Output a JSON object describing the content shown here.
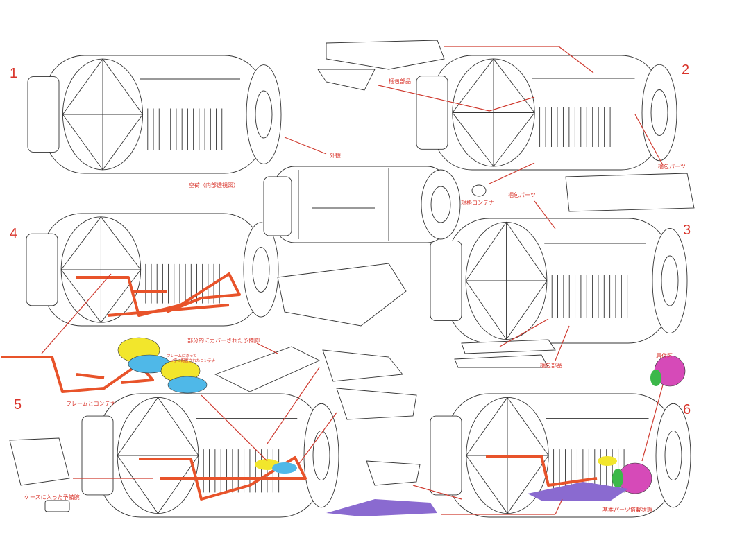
{
  "figure_numbers": [
    "1",
    "2",
    "3",
    "4",
    "5",
    "6"
  ],
  "labels": {
    "exterior": "外観",
    "empty_cutaway": "空荷（内部透視図）",
    "packed_parts_top": "梱包部品",
    "packed_parts_right": "梱包パーツ",
    "standard_container": "規格コンテナ",
    "packed_parts_mid": "梱包パーツ",
    "packed_parts_bottom": "梱包部品",
    "living_quarters": "居住区",
    "base_parts_loaded": "基本パーツ搭載状態",
    "frame_and_container": "フレームとコンテナ",
    "partially_covered_leg": "部分的にカバーされた予備脚",
    "v_containers_line1": "フレームに添って",
    "v_containers_line2": "V字に配置されたコンテナ",
    "cased_arm": "ケースに入った予備腕"
  },
  "colors": {
    "label_red": "#d9342b",
    "frame_orange": "#e8532a",
    "container_yellow": "#f2e62c",
    "container_blue": "#4fb8e8",
    "living_magenta": "#d64ab8",
    "living_green": "#3cb84a",
    "base_parts_purple": "#8a6ad0"
  }
}
